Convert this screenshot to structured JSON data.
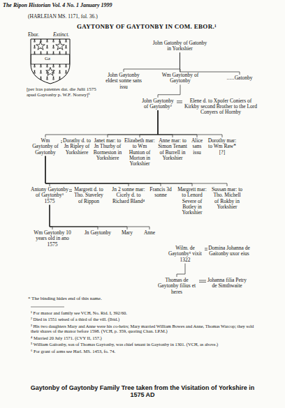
{
  "diagram": {
    "title": "GAYTONBY OF GAYTONBY IN COM. EBOR.¹",
    "caption": "Gaytonby of Gaytonby Family Tree taken from the Visitation of Yorkshire in 1575 AD",
    "nodes": [
      {
        "text": [
          "John Gatonby of Gatonby in Yorkshier"
        ]
      },
      {
        "text": [
          "John Gaytonby eldest sonne sans issu"
        ]
      },
      {
        "text": [
          "Wm Gaytonby of Gaytonby"
        ]
      },
      {
        "text": [
          "......Gatonby"
        ]
      },
      {
        "text": [
          "John Gaytonby of Gaytonby²"
        ]
      },
      {
        "text": [
          "Elene d. to Xpofer Coniers of Kirkby second Brother to the Lord Conyers of Hornby"
        ]
      },
      {
        "text": [
          "Wm Gaytonby of Gaytonby"
        ]
      },
      {
        "text": [
          "Dorathy d. to Jn Ripley of Yorkshiere"
        ]
      },
      {
        "text": [
          "Janet mar: to Jn Thurby of Bormeston in Yorkshiere"
        ]
      },
      {
        "text": [
          "Elizabeth mar: to Wm Hunton of Morton in Yorkshier"
        ]
      },
      {
        "text": [
          "Anne mar: to Simon Tenant of Burrell in Yorkshier"
        ]
      },
      {
        "text": [
          "Alice sans issu"
        ]
      },
      {
        "text": [
          "Dorothy mar: to Wm Raw* [?]"
        ]
      },
      {
        "text": [
          "Antony Gaytonby of Gaytonby³ 1575"
        ]
      },
      {
        "text": [
          "Margrett d. to Tho. Staveley of Rippon"
        ]
      },
      {
        "text": [
          "Jn 2 sonne mar: Cicely d. to Richard Bland⁴"
        ]
      },
      {
        "text": [
          "Francis 3d sonne"
        ]
      },
      {
        "text": [
          "Margrett mar: to Lenord Severe of Botley in Yorkshier"
        ]
      },
      {
        "text": [
          "Sussan mar: to Tho. Michell of Rokby in Yorkshier"
        ]
      },
      {
        "text": [
          "Wm Gaytonby 10 years old in ano 1575"
        ]
      },
      {
        "text": [
          "Jn Gaytonby"
        ]
      },
      {
        "text": [
          "Mary"
        ]
      },
      {
        "text": [
          "Anne"
        ]
      },
      {
        "text": [
          "Wilm. de Gaytonby⁵ vixit 1322"
        ]
      },
      {
        "text": [
          "Domina Johanna de Gaitonby uxor eius"
        ]
      },
      {
        "text": [
          "Thomas de Gaytonby filius et heres"
        ]
      },
      {
        "text": [
          "Johanna filia Petry de Simthwaite"
        ]
      }
    ],
    "edges": [
      {
        "from": 0,
        "to": 1,
        "arrow": "none"
      },
      {
        "from": 0,
        "to": 2,
        "arrow": "none"
      },
      {
        "from": 0,
        "to": 3,
        "arrow": "none"
      },
      {
        "from": 2,
        "to": 4,
        "arrow": "none"
      },
      {
        "from": 4,
        "to": 5,
        "arrow": "none"
      },
      {
        "from": 4,
        "to": 6,
        "arrow": "none"
      },
      {
        "from": 4,
        "to": 8,
        "arrow": "none"
      },
      {
        "from": 4,
        "to": 9,
        "arrow": "none"
      },
      {
        "from": 4,
        "to": 10,
        "arrow": "none"
      },
      {
        "from": 4,
        "to": 11,
        "arrow": "none"
      },
      {
        "from": 4,
        "to": 12,
        "arrow": "none"
      },
      {
        "from": 6,
        "to": 7,
        "arrow": "none"
      },
      {
        "from": 6,
        "to": 13,
        "arrow": "none"
      },
      {
        "from": 6,
        "to": 15,
        "arrow": "none"
      },
      {
        "from": 6,
        "to": 16,
        "arrow": "none"
      },
      {
        "from": 6,
        "to": 17,
        "arrow": "none"
      },
      {
        "from": 6,
        "to": 18,
        "arrow": "none"
      },
      {
        "from": 13,
        "to": 14,
        "arrow": "none"
      },
      {
        "from": 13,
        "to": 19,
        "arrow": "none"
      },
      {
        "from": 13,
        "to": 20,
        "arrow": "none"
      },
      {
        "from": 13,
        "to": 21,
        "arrow": "none"
      },
      {
        "from": 13,
        "to": 22,
        "arrow": "none"
      },
      {
        "from": 23,
        "to": 24,
        "arrow": "none"
      },
      {
        "from": 23,
        "to": 25,
        "arrow": "none"
      },
      {
        "from": 25,
        "to": 26,
        "arrow": "none"
      }
    ],
    "labels": [
      "The Ripon Historian Vol. 4 No. 1 January 1999",
      "(HARLEIAN MS. 1171, fol. 36.)",
      "Ebor.",
      "Extinct.",
      "Gz",
      "[per lras patentes dat. die Julii 1575 apud Gaytonby p. W.F. Norrey]⁶",
      "* The binding hides end of this name.",
      "¹ For manor and family see VCH, No. Rid. I, 392/60.",
      "² Died in 1551 seised of a third of the vill. (Ibid.)",
      "³ His two daughters Mary and Anne were his co-heirs; Mary married William Bowes and Anne, Thomas Warcop; they sold their shares of the manor before 1598. (VCH, p. 359, quoting Chan. I.P.M.)",
      "⁴ Married 20 July 1571. (CVY II, 157.)",
      "⁵ William Gaitonby, son of Thomas Gaytonby, was chief tenant in Gaytonby in 1301. (VCH, as above.)",
      "⁶ For grant of arms see Harl. MS. 1453, fo. 74."
    ]
  }
}
